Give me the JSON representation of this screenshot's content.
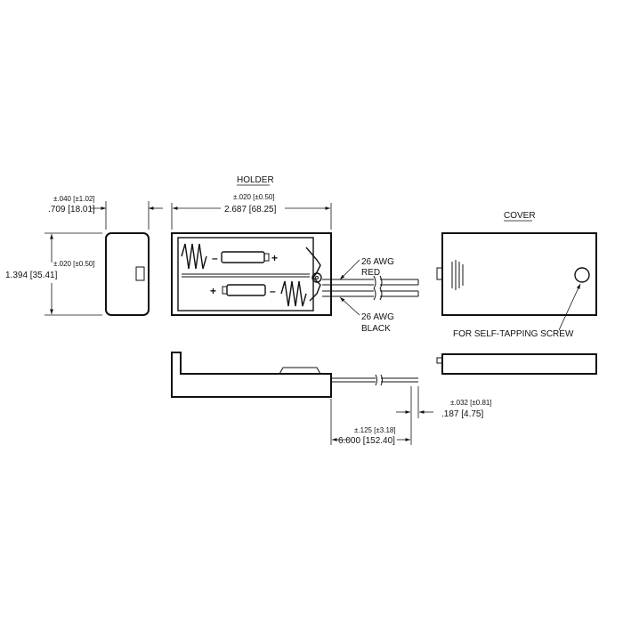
{
  "side_view": {
    "width_tolerance": "±.040 [±1.02]",
    "width": ".709 [18.01]",
    "height_tolerance": "±.020 [±0.50]",
    "height": "1.394 [35.41]"
  },
  "holder": {
    "title": "HOLDER",
    "length_tolerance": "±.020 [±0.50]",
    "length": "2.687 [68.25]",
    "polarity_top_left": "–",
    "polarity_top_right": "+",
    "polarity_bottom_left": "+",
    "polarity_bottom_right": "–"
  },
  "wires": {
    "red_gauge": "26 AWG",
    "red_color": "RED",
    "black_gauge": "26 AWG",
    "black_color": "BLACK"
  },
  "cover": {
    "title": "COVER",
    "screw_note": "FOR SELF-TAPPING SCREW"
  },
  "lower_view": {
    "strip_tolerance": "±.032 [±0.81]",
    "strip_length": ".187 [4.75]",
    "lead_tolerance": "±.125 [±3.18]",
    "lead_length": "6.000 [152.40]"
  },
  "colors": {
    "ink": "#111111",
    "background": "#ffffff"
  }
}
